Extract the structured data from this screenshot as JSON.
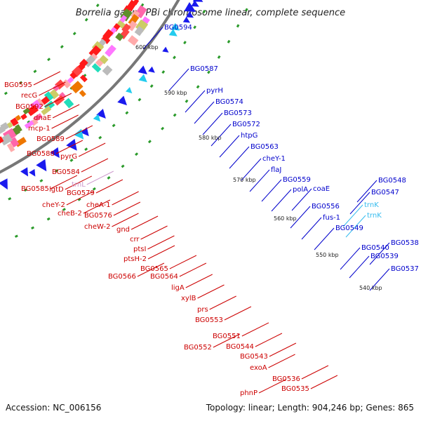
{
  "header": {
    "title": "Borrelia garinii PBi chromosome linear, complete sequence"
  },
  "footer": {
    "accession": "Accession: NC_006156",
    "summary": "Topology: linear; Length: 904,246 bp; Genes: 865"
  },
  "ticks": [
    "600 kbp",
    "590 kbp",
    "580 kbp",
    "570 kbp",
    "560 kbp",
    "550 kbp",
    "540 kbp"
  ],
  "colors": {
    "forward_label": "#cc0000",
    "reverse_label": "#0000cc",
    "rna_label": "#33bbee",
    "pink_label": "#cc99cc",
    "backbone": "#777777"
  },
  "labels_right": [
    "BG0594",
    "BG0587",
    "pyrH",
    "BG0574",
    "BG0573",
    "BG0572",
    "htpG",
    "BG0563",
    "cheY-1",
    "flaJ",
    "BG0559",
    "polA",
    "coaE",
    "BG0556",
    "fus-1",
    "BG0549",
    "BG0548",
    "BG0547",
    "trnK",
    "trnK",
    "BG0540",
    "BG0538",
    "BG0539",
    "BG0537"
  ],
  "labels_left": [
    "BG0595",
    "recG",
    "BG0592",
    "dnaE",
    "mcp-1",
    "BG0589",
    "BG0588",
    "pyrG",
    "BG0584",
    "BG0585",
    "lgtD",
    "trnL",
    "BG0579",
    "cheY-2",
    "cheB-2",
    "cheA-1",
    "BG0576",
    "cheW-2",
    "gnd",
    "crr",
    "ptsI",
    "ptsH-2",
    "BG0565",
    "BG0566",
    "BG0564",
    "ligA",
    "xylB",
    "prs",
    "BG0553",
    "BG0551",
    "BG0552",
    "BG0544",
    "BG0543",
    "exoA",
    "BG0536",
    "phnP",
    "BG0535"
  ]
}
